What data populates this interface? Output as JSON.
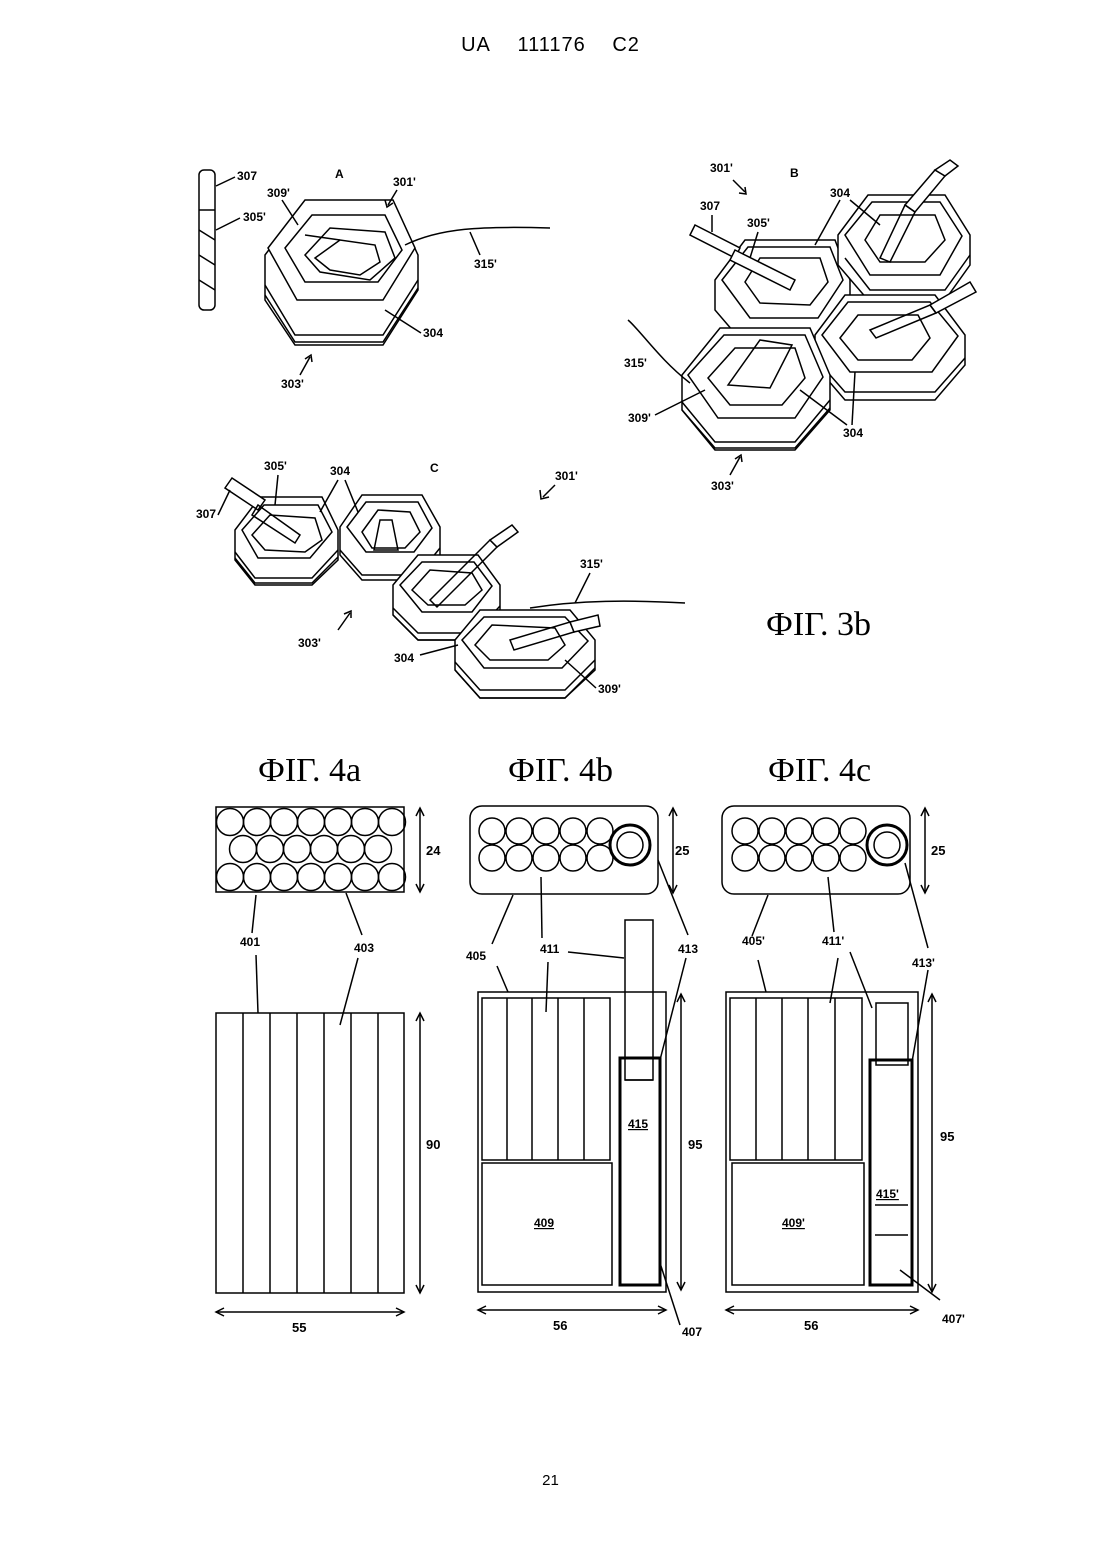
{
  "header": {
    "country": "UA",
    "number": "111176",
    "kind": "C2"
  },
  "page_number": "21",
  "figures": {
    "fig3b": {
      "title": "ФІГ. 3b",
      "panels": [
        "A",
        "B",
        "C"
      ],
      "labels": {
        "r307": "307",
        "r305": "305ʹ",
        "r309": "309ʹ",
        "r301": "301ʹ",
        "r315": "315ʹ",
        "r304": "304",
        "r303": "303ʹ"
      }
    },
    "fig4a": {
      "title": "ФІГ. 4a",
      "labels": {
        "r401": "401",
        "r403": "403"
      },
      "dims": {
        "height_top": "24",
        "height_main": "90",
        "width": "55"
      }
    },
    "fig4b": {
      "title": "ФІГ. 4b",
      "labels": {
        "r405": "405",
        "r411": "411",
        "r413": "413",
        "r415": "415",
        "r409": "409",
        "r407": "407"
      },
      "dims": {
        "height_top": "25",
        "height_main": "95",
        "width": "56"
      }
    },
    "fig4c": {
      "title": "ФІГ. 4c",
      "labels": {
        "r405": "405'",
        "r411": "411'",
        "r413": "413'",
        "r415": "415'",
        "r409": "409'",
        "r407": "407'"
      },
      "dims": {
        "height_top": "25",
        "height_main": "95",
        "width": "56"
      }
    }
  }
}
